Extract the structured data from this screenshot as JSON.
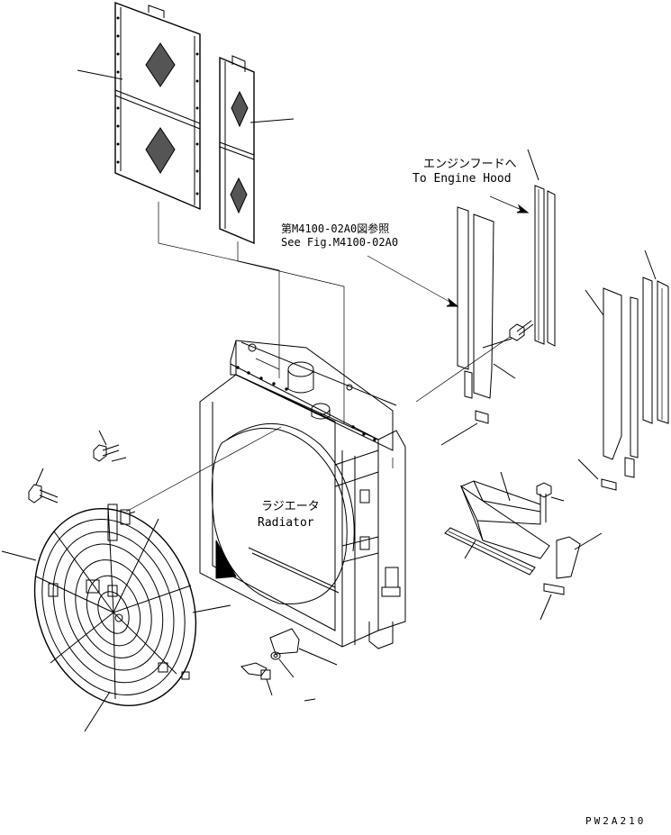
{
  "labels": {
    "engine_hood_jp": "エンジンフードへ",
    "engine_hood_en": "To Engine Hood",
    "ref_jp": "第M4100-02A0図参照",
    "ref_en": "See Fig.M4100-02A0",
    "radiator_jp": "ラジエータ",
    "radiator_en": "Radiator",
    "drawing_code": "PW2A210"
  }
}
